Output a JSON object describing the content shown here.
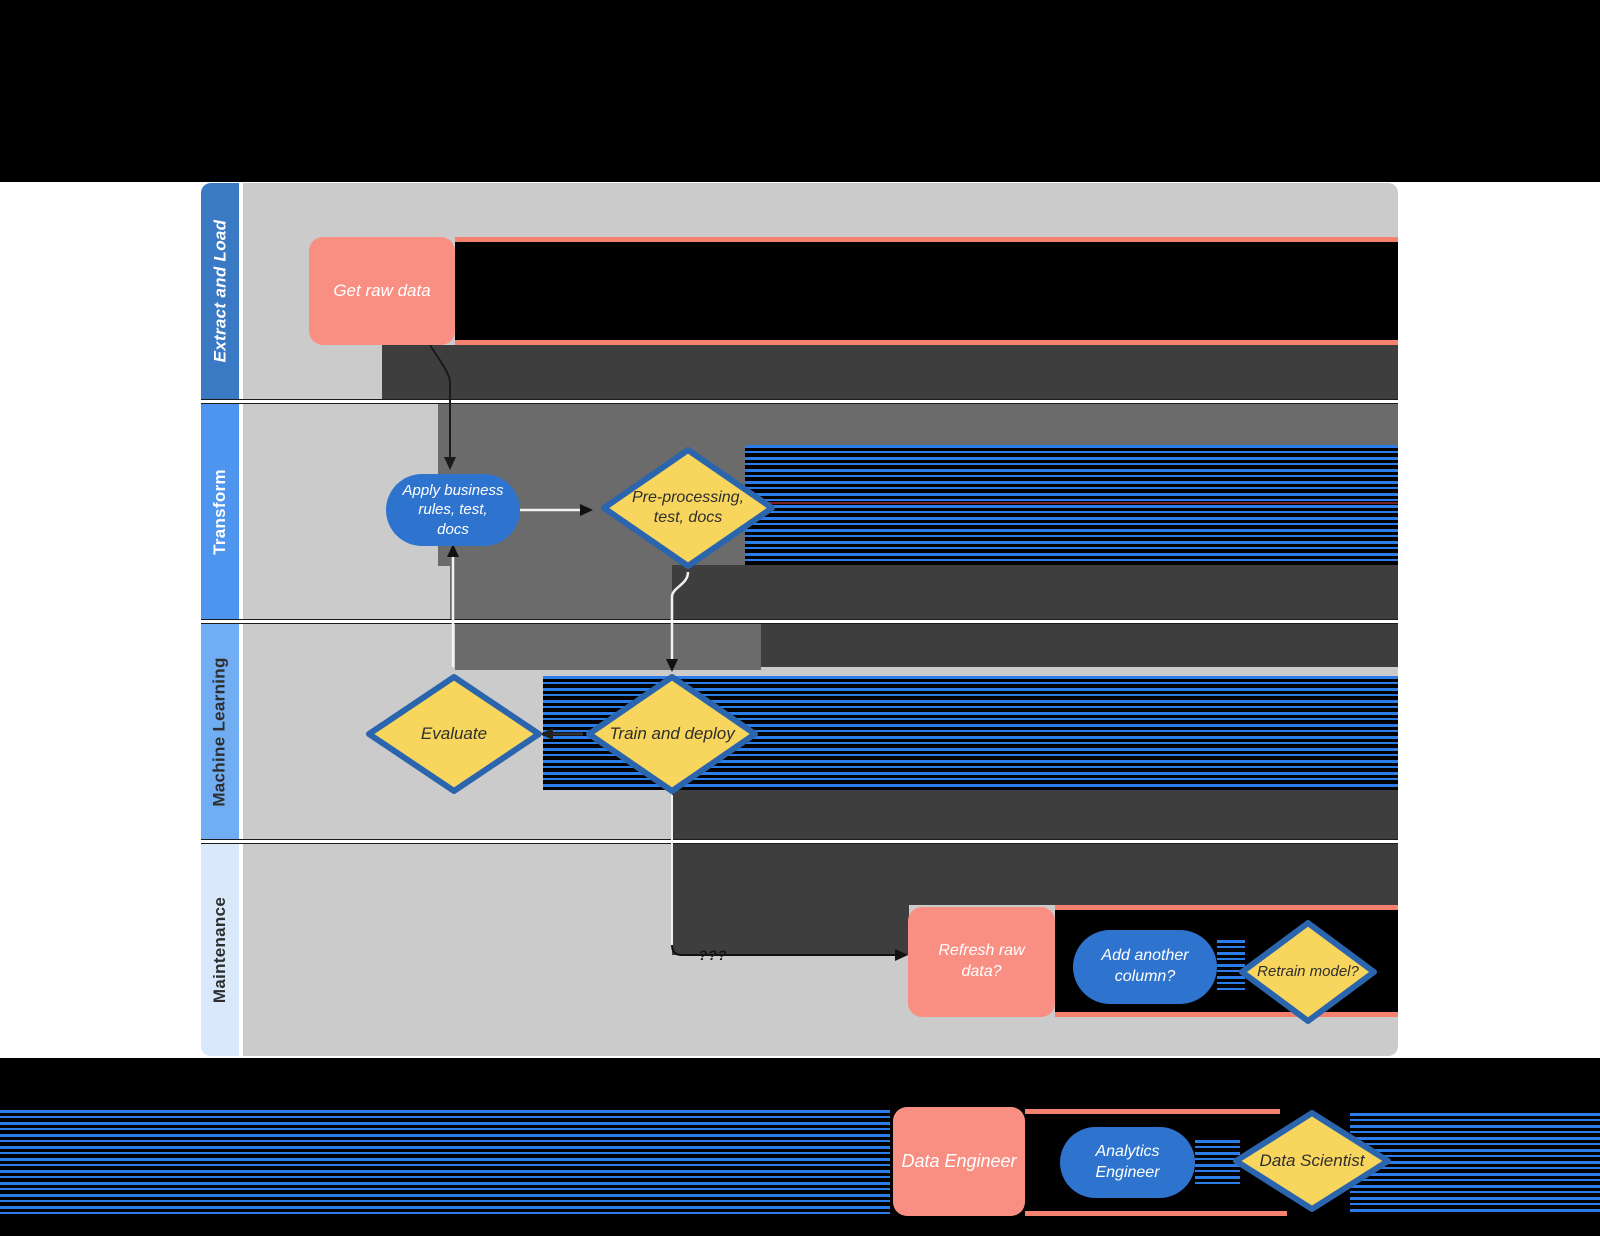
{
  "palette": {
    "band_black": "#000000",
    "lane_body_gray": "#cbcbcb",
    "gray_mid": "#6b6b6b",
    "charcoal": "#3e3e3e",
    "salmon": "#f98f82",
    "salmon_line": "#f5826f",
    "shape_blue": "#2e74cf",
    "diamond_yellow": "#f8d65e",
    "diamond_border": "#2b65ad",
    "stripe_blue": "#2b7de9",
    "stripe_red": "#7a1f1f",
    "lane1_header": "#3a79c4",
    "lane2_header": "#4e95f0",
    "lane3_header": "#71adf2",
    "lane4_header": "#d9e9fb",
    "dark_text": "#2e2e2e",
    "white_text": "#ffffff"
  },
  "lanes": [
    {
      "label": "Extract and Load"
    },
    {
      "label": "Transform"
    },
    {
      "label": "Machine Learning"
    },
    {
      "label": "Maintenance"
    }
  ],
  "shapes": {
    "get_raw_data": {
      "label": "Get raw data"
    },
    "apply_rules": {
      "label": "Apply business\nrules, test,\ndocs"
    },
    "preprocessing": {
      "label": "Pre-processing,\ntest, docs"
    },
    "evaluate": {
      "label": "Evaluate"
    },
    "train_deploy": {
      "label": "Train and deploy"
    },
    "refresh_raw": {
      "label": "Refresh raw\ndata?"
    },
    "add_column": {
      "label": "Add another\ncolumn?"
    },
    "retrain": {
      "label": "Retrain model?"
    }
  },
  "legend": {
    "data_engineer": {
      "label": "Data Engineer"
    },
    "analytics_engineer": {
      "label": "Analytics\nEngineer"
    },
    "data_scientist": {
      "label": "Data Scientist"
    }
  },
  "connector_labels": {
    "unknown": "???"
  }
}
